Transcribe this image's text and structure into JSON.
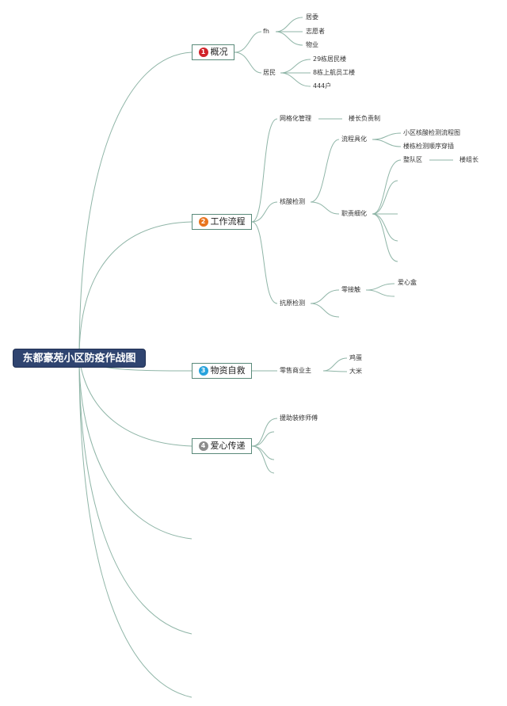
{
  "title": "东都豪苑小区防疫作战图",
  "colors": {
    "edge": "#8fb5a7",
    "root_bg": "#2f4470",
    "badge1": "#d0232a",
    "badge2": "#e8741e",
    "badge3": "#27a3dc",
    "badge4": "#8c8c8c"
  },
  "topics": [
    {
      "number": "1",
      "label": "概况",
      "children": [
        {
          "label": "fh",
          "children": [
            {
              "label": "居委"
            },
            {
              "label": "志愿者"
            },
            {
              "label": "物业"
            }
          ]
        },
        {
          "label": "居民",
          "children": [
            {
              "label": "29栋居民楼"
            },
            {
              "label": "8栋上航员工楼"
            },
            {
              "label": "444户"
            }
          ]
        }
      ]
    },
    {
      "number": "2",
      "label": "工作流程",
      "children": [
        {
          "label": "网格化管理",
          "children": [
            {
              "label": "楼长负责制"
            }
          ]
        },
        {
          "label": "核酸检测",
          "children": [
            {
              "label": "流程具化",
              "children": [
                {
                  "label": "小区核酸检测流程图"
                },
                {
                  "label": "楼栋检测顺序穿插"
                }
              ]
            },
            {
              "label": "职责细化",
              "children": [
                {
                  "label": "整队区",
                  "children": [
                    {
                      "label": "楼组长"
                    }
                  ]
                },
                {
                  "label": ""
                },
                {
                  "label": ""
                },
                {
                  "label": ""
                },
                {
                  "label": ""
                }
              ]
            }
          ]
        },
        {
          "label": "抗原检测",
          "children": [
            {
              "label": "零接触",
              "children": [
                {
                  "label": "爱心盒"
                },
                {
                  "label": ""
                }
              ]
            },
            {
              "label": ""
            }
          ]
        }
      ]
    },
    {
      "number": "3",
      "label": "物资自救",
      "children": [
        {
          "label": "零售商业主",
          "children": [
            {
              "label": "鸡蛋"
            },
            {
              "label": "大米"
            }
          ]
        }
      ]
    },
    {
      "number": "4",
      "label": "爱心传递",
      "children": [
        {
          "label": "援助装修师傅"
        },
        {
          "label": ""
        },
        {
          "label": ""
        },
        {
          "label": ""
        }
      ]
    },
    {
      "number": "",
      "label": ""
    },
    {
      "number": "",
      "label": ""
    },
    {
      "number": "",
      "label": ""
    }
  ]
}
